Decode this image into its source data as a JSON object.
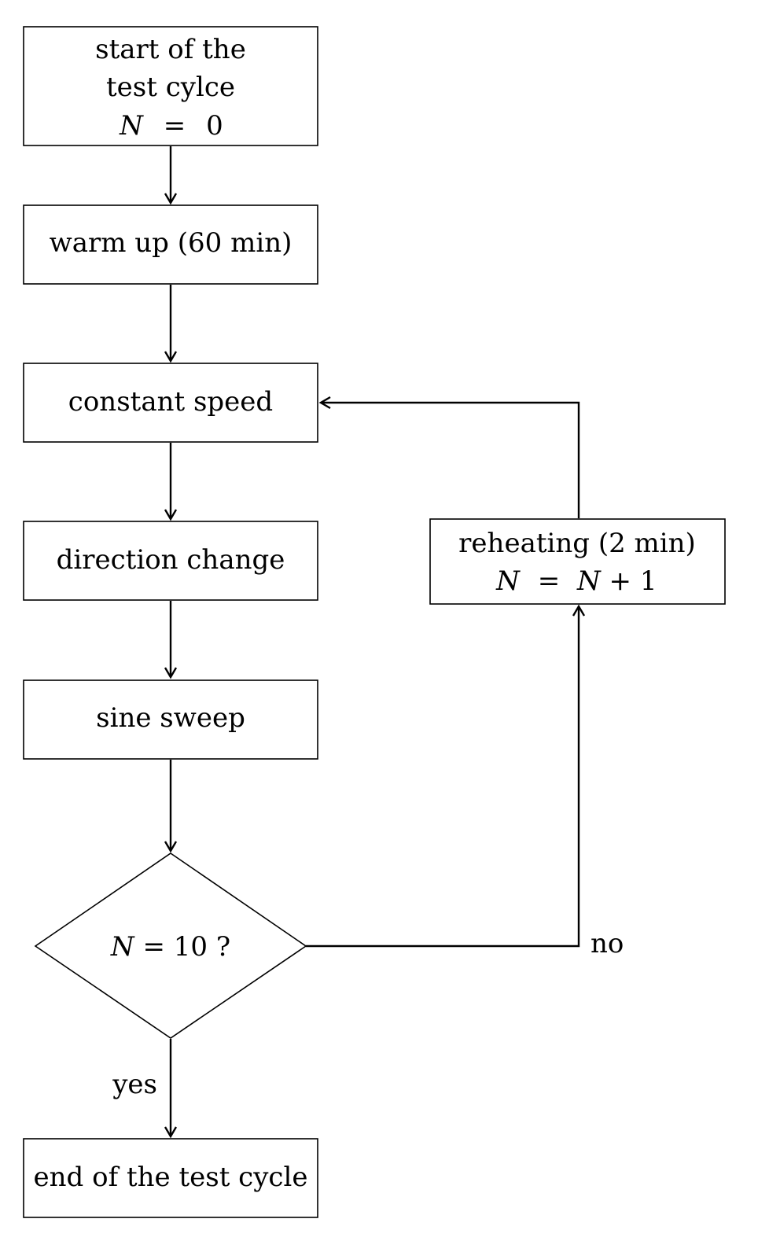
{
  "nodes": {
    "start": {
      "line1": "start of the",
      "line2": "test cylce",
      "var": "N",
      "eq": "=",
      "val": "0"
    },
    "warm_up": {
      "label": "warm up (60 min)"
    },
    "constant_speed": {
      "label": "constant speed"
    },
    "direction_change": {
      "label": "direction change"
    },
    "sine_sweep": {
      "label": "sine sweep"
    },
    "decision": {
      "var": "N",
      "rest": " = 10 ?"
    },
    "reheating": {
      "line1": "reheating (2 min)",
      "var1": "N",
      "eq": "=",
      "var2": "N",
      "rest": " + 1"
    },
    "end": {
      "label": "end of the test cycle"
    }
  },
  "edges": {
    "no_label": "no",
    "yes_label": "yes"
  }
}
